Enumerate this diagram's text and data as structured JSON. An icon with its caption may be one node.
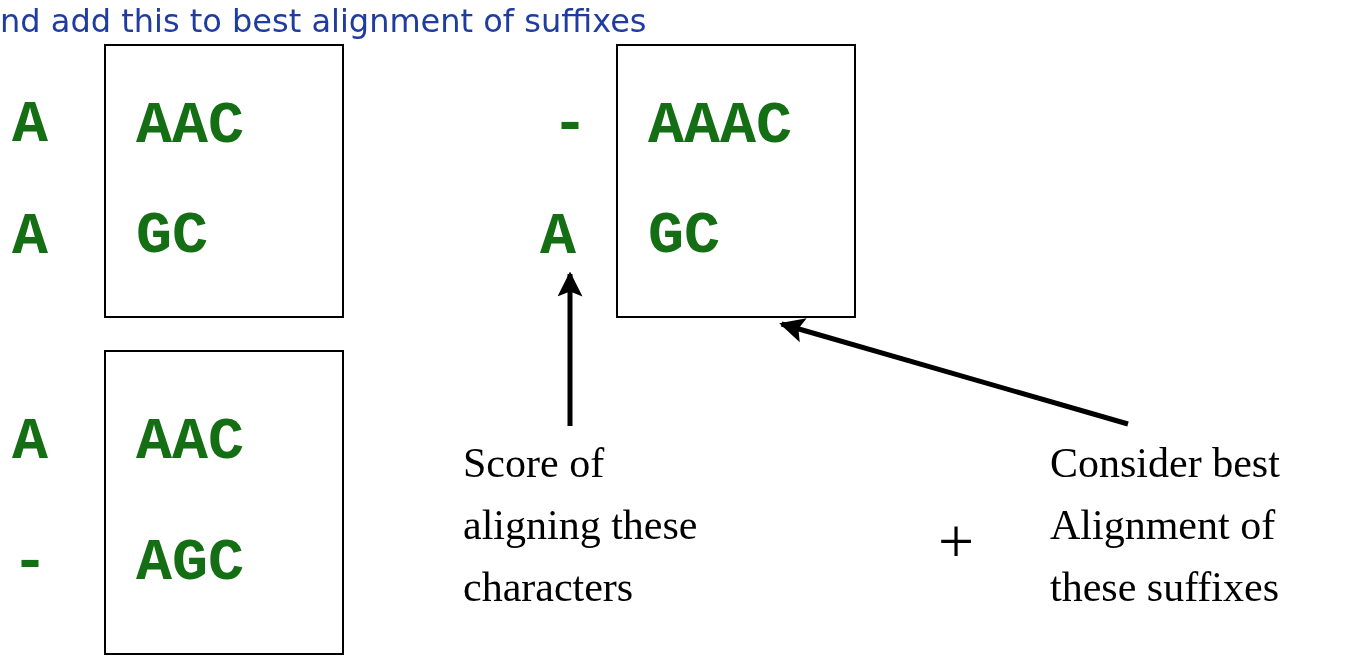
{
  "diagram": {
    "nodes": [
      {
        "text": [
          "AAC",
          "GC"
        ]
      },
      {
        "text": [
          "A"
        ]
      },
      {
        "text": [
          "AAAC",
          "GC"
        ]
      },
      {
        "text": [
          "AAC",
          "AGC"
        ]
      },
      {
        "text": [
          "Score of aligning these characters"
        ]
      },
      {
        "text": [
          "Consider best Alignment of these suffixes"
        ]
      }
    ],
    "edges": [
      {
        "from": 4,
        "to": 1,
        "arrow": "to"
      },
      {
        "from": 5,
        "to": 2,
        "arrow": "to"
      }
    ],
    "labels": [
      "nd add this to best alignment of suffixes",
      "A",
      "-",
      "A",
      "A",
      "-",
      "+"
    ]
  }
}
